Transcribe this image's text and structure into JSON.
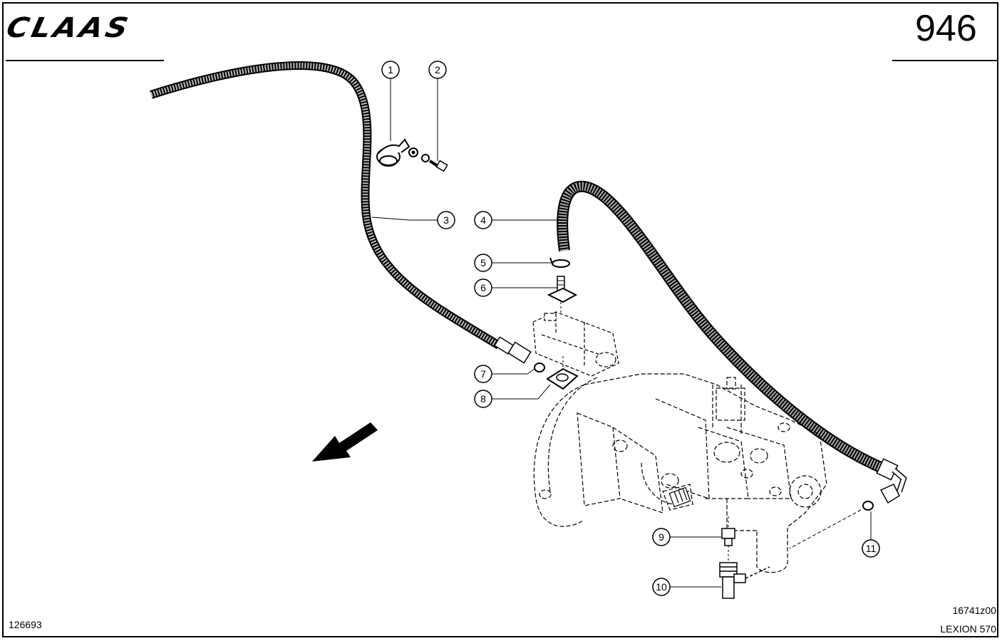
{
  "header": {
    "brand": "CLAAS",
    "page_number": "946"
  },
  "footer": {
    "document_number": "126693",
    "drawing_number": "16741z00",
    "model": "LEXION 570"
  },
  "callouts": [
    "1",
    "2",
    "3",
    "4",
    "5",
    "6",
    "7",
    "8",
    "9",
    "10",
    "11"
  ]
}
